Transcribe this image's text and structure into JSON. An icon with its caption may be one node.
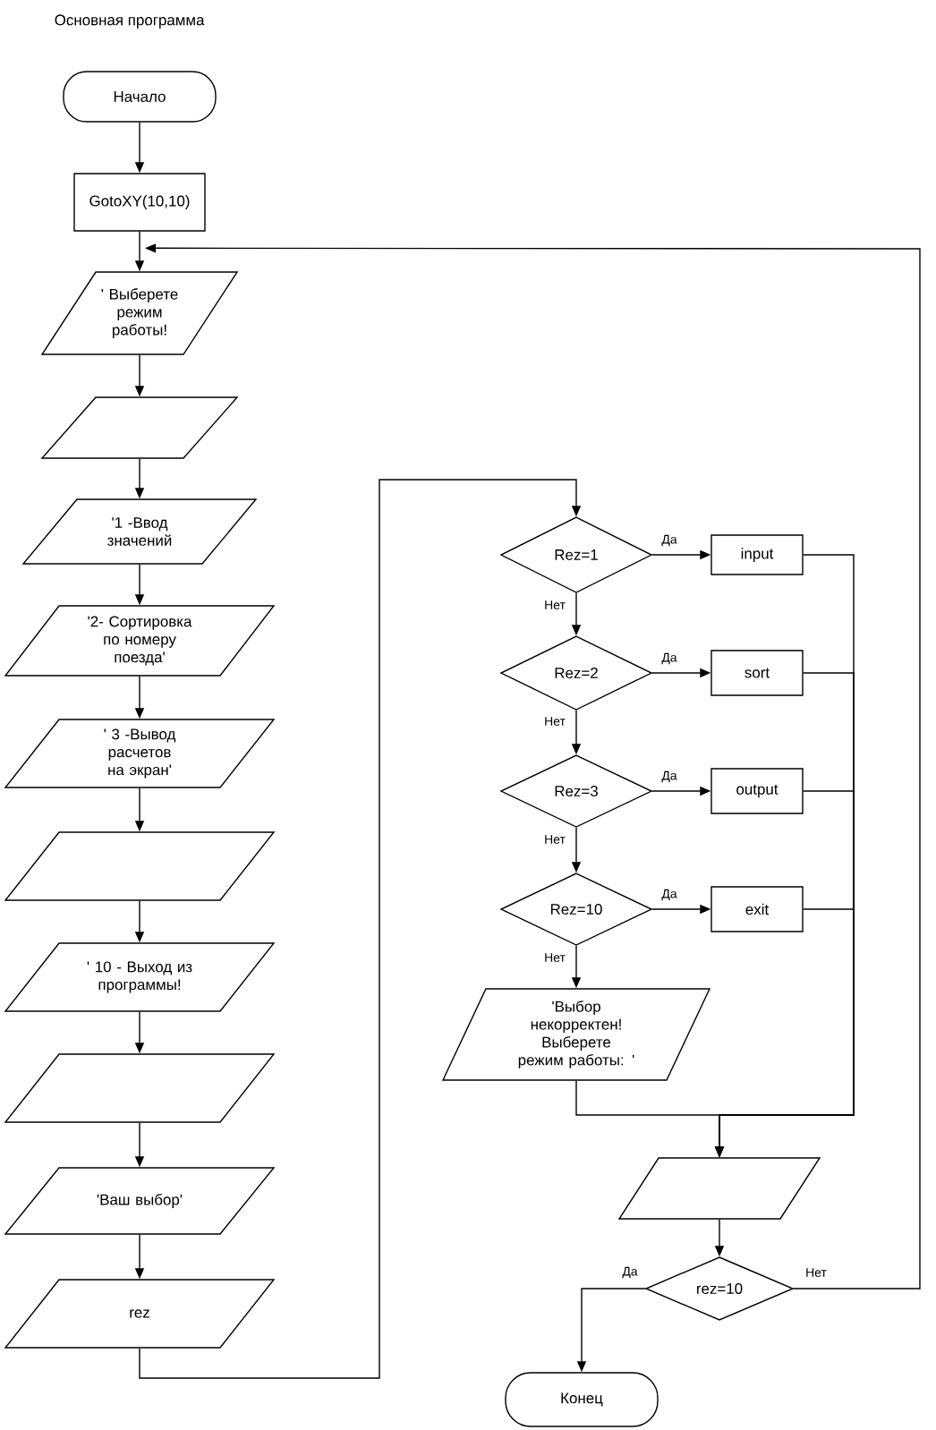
{
  "diagram": {
    "title": "Основная программа",
    "nodes": [
      {
        "text": [
          "Начало"
        ]
      },
      {
        "text": [
          "GotoXY(10,10)"
        ]
      },
      {
        "text": [
          "' Выберете режим работы!"
        ]
      },
      {
        "text": [],
        "shape": "parallelogram"
      },
      {
        "text": [
          "'1 -Ввод значений"
        ]
      },
      {
        "text": [
          "'2- Сортировка по номеру поезда'"
        ]
      },
      {
        "text": [
          "' 3 -Вывод расчетов на экран'"
        ]
      },
      {
        "text": [],
        "shape": "parallelogram"
      },
      {
        "text": [
          "' 10 - Выход из программы!"
        ]
      },
      {
        "text": [],
        "shape": "parallelogram"
      },
      {
        "text": [
          "'Ваш выбор'"
        ]
      },
      {
        "text": [
          "rez"
        ]
      },
      {
        "text": [
          "Rez=1"
        ]
      },
      {
        "text": [
          "input"
        ]
      },
      {
        "text": [
          "Rez=2"
        ]
      },
      {
        "text": [
          "sort"
        ]
      },
      {
        "text": [
          "Rez=3"
        ]
      },
      {
        "text": [
          "output"
        ]
      },
      {
        "text": [
          "Rez=10"
        ]
      },
      {
        "text": [
          "exit"
        ]
      },
      {
        "text": [
          "'Выбор некорректен! Выберете режим работы: '"
        ]
      },
      {
        "text": [],
        "shape": "parallelogram"
      },
      {
        "text": [
          "rez=10"
        ]
      },
      {
        "text": [
          "Конец"
        ]
      }
    ],
    "edges": [
      {
        "from": 0,
        "to": 1,
        "arrow": "to"
      },
      {
        "from": 1,
        "to": 2,
        "arrow": "to"
      },
      {
        "from": 2,
        "to": 3,
        "arrow": "to"
      },
      {
        "from": 3,
        "to": 4,
        "arrow": "to"
      },
      {
        "from": 4,
        "to": 5,
        "arrow": "to"
      },
      {
        "from": 5,
        "to": 6,
        "arrow": "to"
      },
      {
        "from": 6,
        "to": 7,
        "arrow": "to"
      },
      {
        "from": 7,
        "to": 8,
        "arrow": "to"
      },
      {
        "from": 8,
        "to": 9,
        "arrow": "to"
      },
      {
        "from": 9,
        "to": 10,
        "arrow": "to"
      },
      {
        "from": 10,
        "to": 11,
        "arrow": "to"
      },
      {
        "from": 11,
        "to": 12,
        "arrow": "to"
      },
      {
        "from": 12,
        "to": 13,
        "arrow": "to",
        "label": "Да"
      },
      {
        "from": 12,
        "to": 14,
        "arrow": "to",
        "label": "Нет"
      },
      {
        "from": 14,
        "to": 15,
        "arrow": "to",
        "label": "Да"
      },
      {
        "from": 14,
        "to": 16,
        "arrow": "to",
        "label": "Нет"
      },
      {
        "from": 16,
        "to": 17,
        "arrow": "to",
        "label": "Да"
      },
      {
        "from": 16,
        "to": 18,
        "arrow": "to",
        "label": "Нет"
      },
      {
        "from": 18,
        "to": 19,
        "arrow": "to",
        "label": "Да"
      },
      {
        "from": 18,
        "to": 20,
        "arrow": "to",
        "label": "Нет"
      },
      {
        "from": 13,
        "to": 21,
        "arrow": "to"
      },
      {
        "from": 15,
        "to": 21,
        "arrow": "to"
      },
      {
        "from": 17,
        "to": 21,
        "arrow": "to"
      },
      {
        "from": 19,
        "to": 21,
        "arrow": "to"
      },
      {
        "from": 20,
        "to": 21,
        "arrow": "to"
      },
      {
        "from": 21,
        "to": 22,
        "arrow": "to"
      },
      {
        "from": 22,
        "to": 23,
        "arrow": "to",
        "label": "Да"
      },
      {
        "from": 22,
        "to": 2,
        "arrow": "to",
        "label": "Нет"
      }
    ]
  }
}
